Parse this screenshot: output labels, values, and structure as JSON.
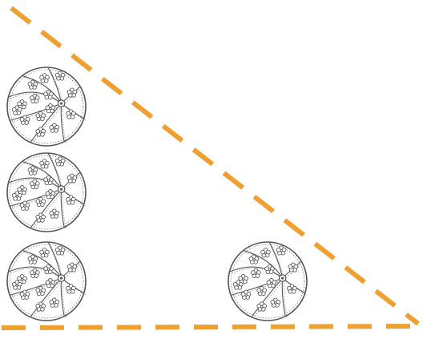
{
  "scene": {
    "background_color": "#ffffff",
    "line_color": "#f0a030",
    "ball_stroke_color": "#555555",
    "ball_count": 4,
    "balls": [
      {
        "name": "ball-left-top",
        "motif": "flower-pattern"
      },
      {
        "name": "ball-left-middle",
        "motif": "flower-pattern"
      },
      {
        "name": "ball-left-bottom",
        "motif": "flower-pattern"
      },
      {
        "name": "ball-bottom-right",
        "motif": "flower-pattern"
      }
    ],
    "lines": [
      {
        "name": "diagonal-dashed-line",
        "style": "dashed"
      },
      {
        "name": "baseline-dashed-line",
        "style": "dashed"
      }
    ]
  }
}
